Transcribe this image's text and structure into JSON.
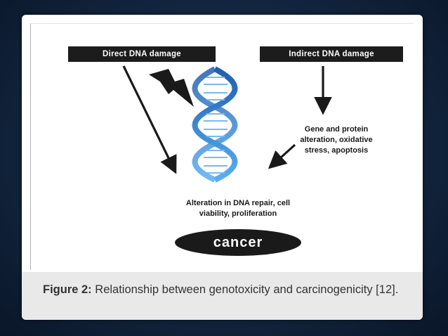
{
  "diagram": {
    "direct_label": "Direct DNA damage",
    "indirect_label": "Indirect DNA damage",
    "gene_protein_lines": [
      "Gene and protein",
      "alteration, oxidative",
      "stress, apoptosis"
    ],
    "repair_lines": [
      "Alteration in DNA repair, cell",
      "viability, proliferation"
    ],
    "outcome": "cancer"
  },
  "caption": {
    "label": "Figure 2:",
    "text": " Relationship between genotoxicity and carcinogenicity [12]."
  },
  "colors": {
    "background": "#122640",
    "box": "#1c1c1c",
    "dna_helix": "#2f7fd1",
    "caption_band": "#e9e9e9"
  },
  "icons": [
    "lightning-bolt-icon",
    "dna-helix-icon",
    "arrow-icon"
  ]
}
